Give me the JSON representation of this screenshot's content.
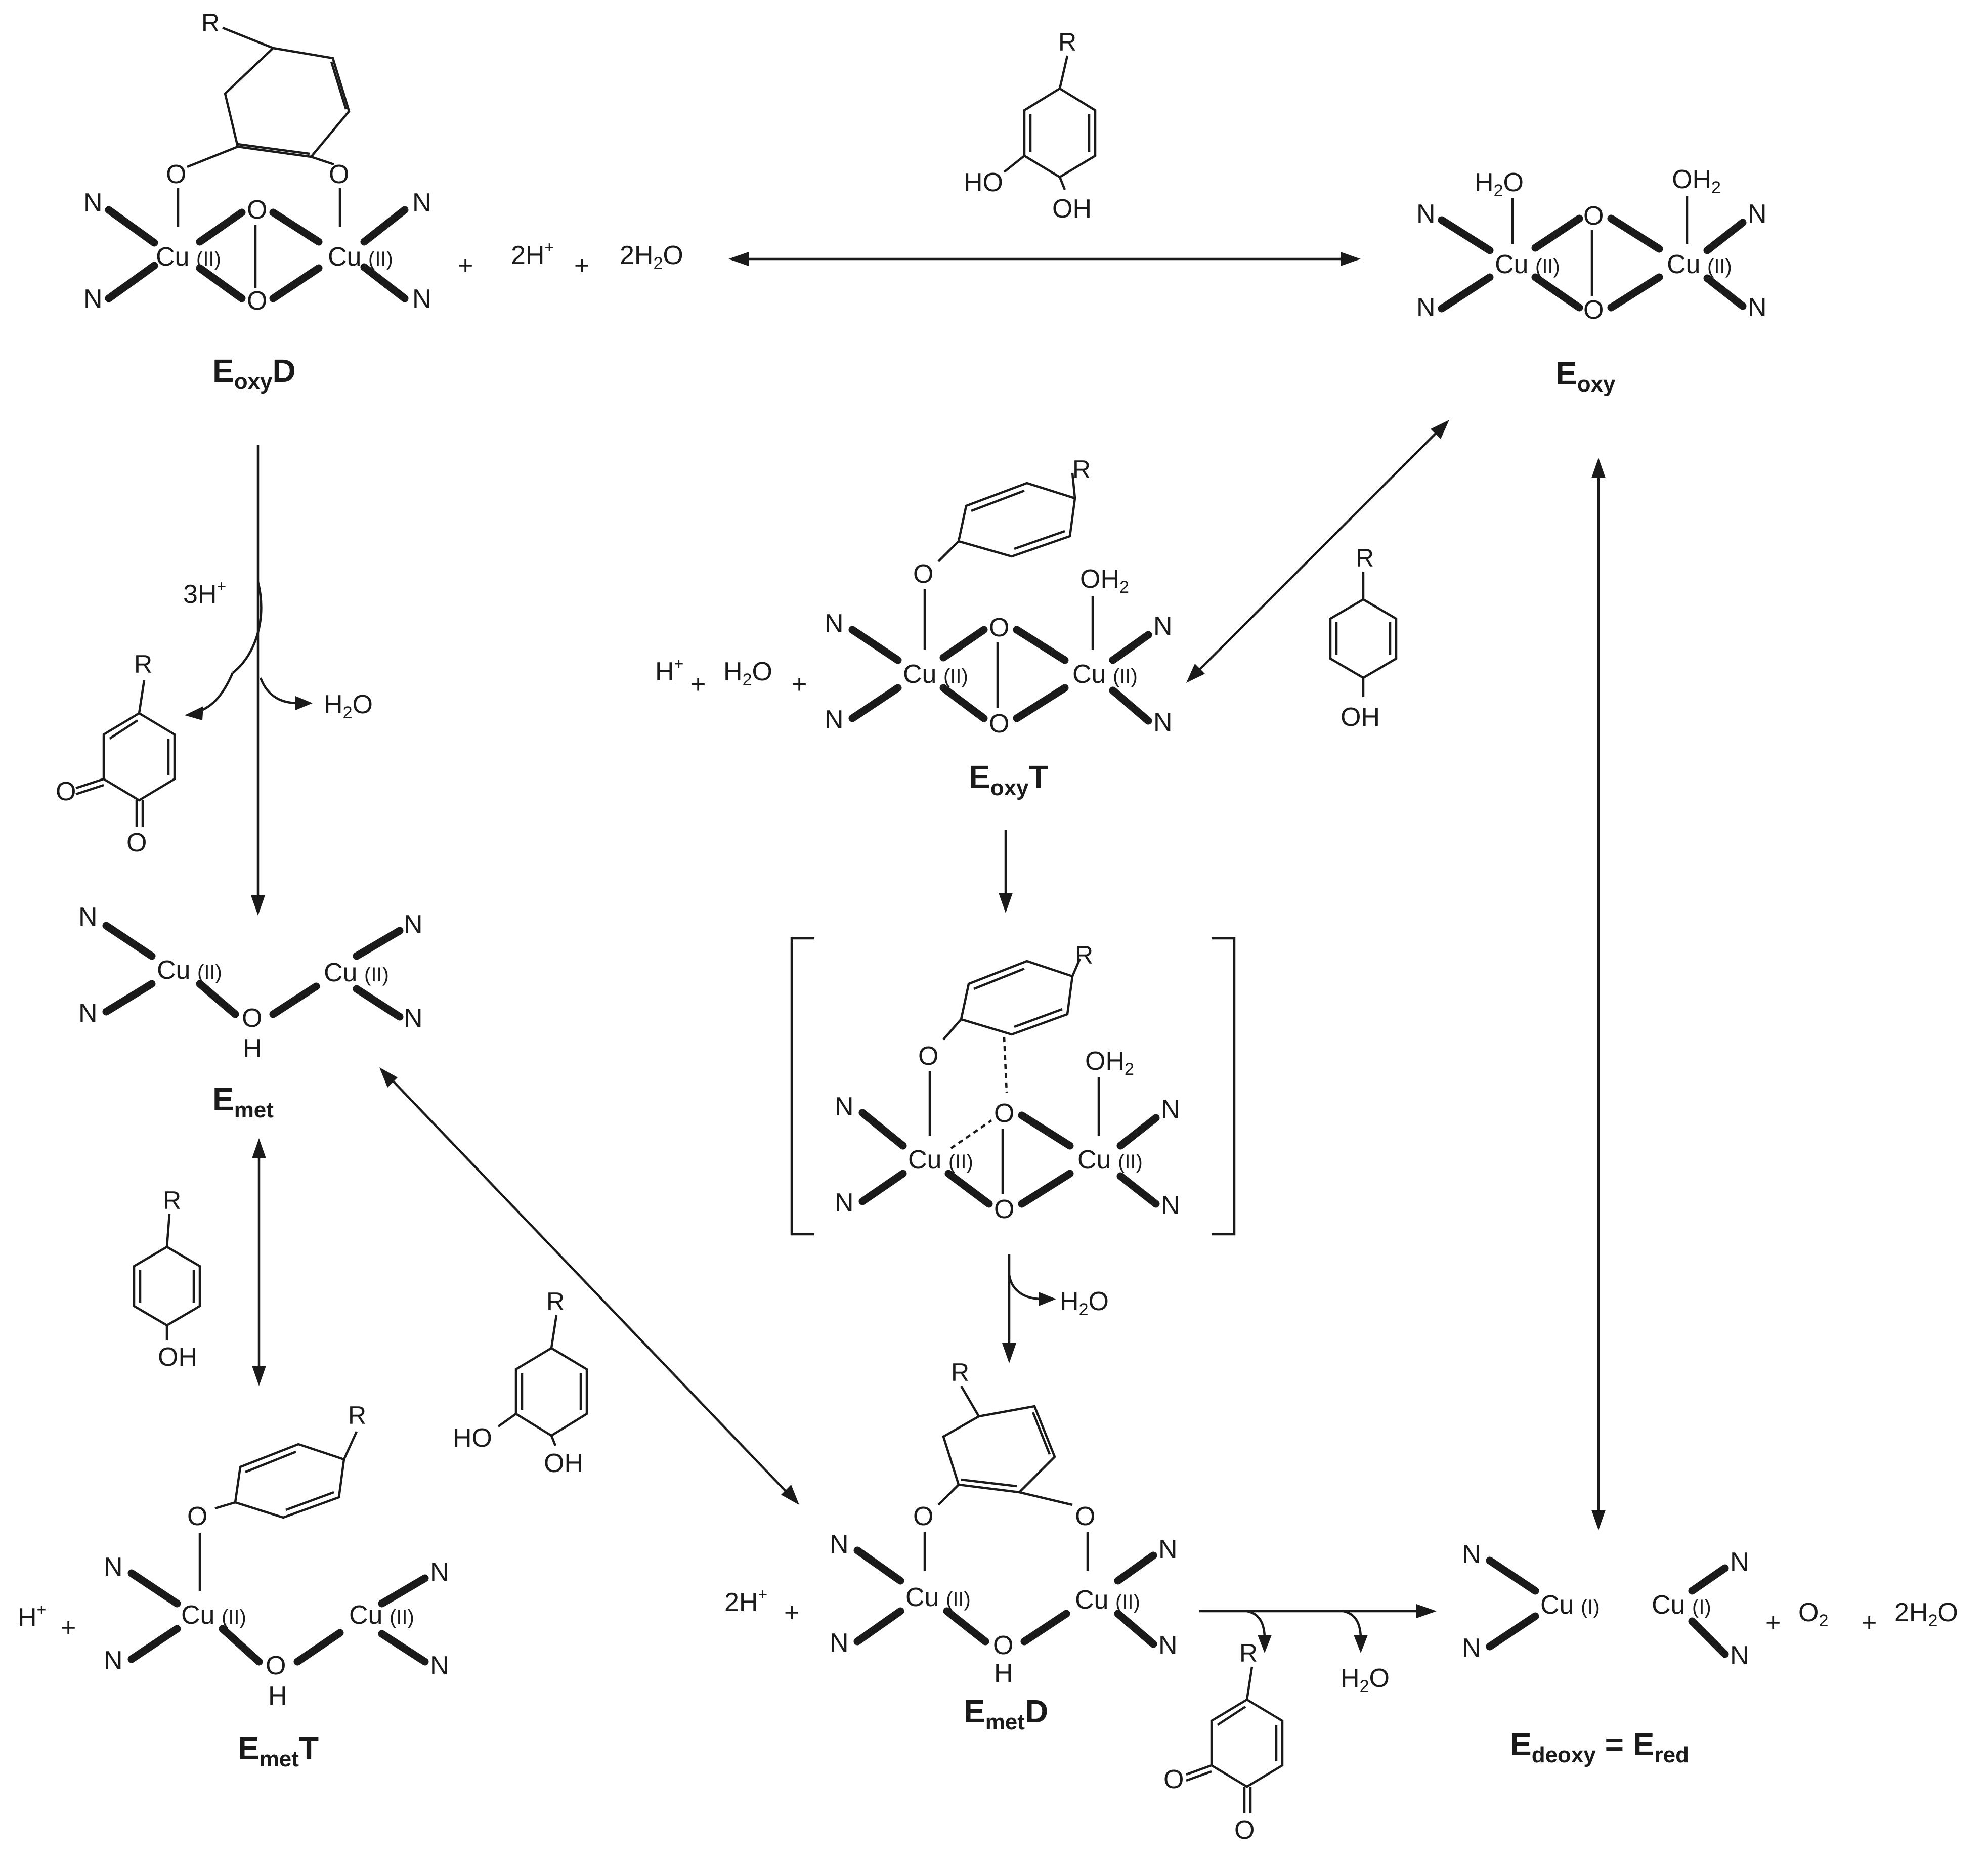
{
  "labels": {
    "eoxyd": {
      "main": "E",
      "sub": "oxy",
      "tail": "D"
    },
    "eoxy": {
      "main": "E",
      "sub": "oxy",
      "tail": ""
    },
    "eoxyt": {
      "main": "E",
      "sub": "oxy",
      "tail": "T"
    },
    "emet": {
      "main": "E",
      "sub": "met",
      "tail": ""
    },
    "emett": {
      "main": "E",
      "sub": "met",
      "tail": "T"
    },
    "emetd": {
      "main": "E",
      "sub": "met",
      "tail": "D"
    },
    "edeoxy": {
      "main1": "E",
      "sub1": "deoxy",
      "eq": " = ",
      "main2": "E",
      "sub2": "red"
    }
  },
  "atoms": {
    "cu": "Cu",
    "ox2": "(II)",
    "ox1": "(I)",
    "n": "N",
    "o": "O",
    "h": "H",
    "r": "R",
    "oh": "OH",
    "ho": "HO",
    "oh2": "OH",
    "oh2_sub": "2",
    "h2o_h": "H",
    "h2o_sub": "2",
    "h2o_o": "O"
  },
  "reagents": {
    "top_plus1": "+",
    "top_2h": "2H",
    "top_2h_sup": "+",
    "top_plus2": "+",
    "top_2h2o_a": "2H",
    "top_2h2o_sub": "2",
    "top_2h2o_b": "O",
    "three_h": "3H",
    "three_h_sup": "+",
    "h2o_a": "H",
    "h2o_sub": "2",
    "h2o_b": "O",
    "eoxyt_h": "H",
    "eoxyt_h_sup": "+",
    "eoxyt_plus1": "+",
    "eoxyt_plus2": "+",
    "emett_h": "H",
    "emett_h_sup": "+",
    "emett_plus": "+",
    "emetd_2h": "2H",
    "emetd_2h_sup": "+",
    "emetd_plus": "+",
    "ered_plus1": "+",
    "ered_o2_a": "O",
    "ered_o2_sub": "2",
    "ered_plus2": "+",
    "ered_2h2o_a": "2H",
    "ered_2h2o_sub": "2",
    "ered_2h2o_b": "O"
  },
  "colors": {
    "ink": "#1a1a1a",
    "background": "#ffffff"
  }
}
